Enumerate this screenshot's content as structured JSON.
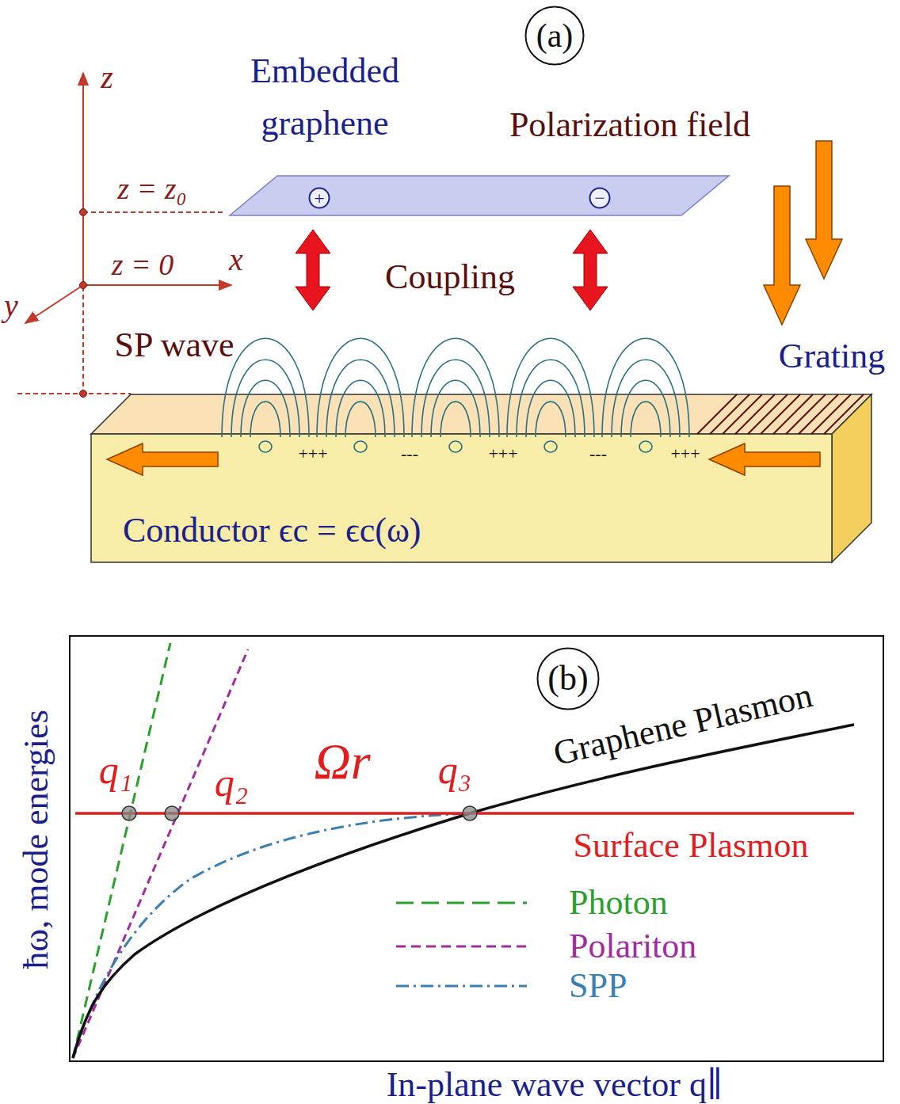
{
  "diagram": {
    "nodes": [
      {
        "text": [
          "(a)"
        ]
      },
      {
        "text": [
          "Embedded graphene"
        ]
      },
      {
        "text": [
          "+"
        ],
        "in": 1
      },
      {
        "text": [
          "−"
        ],
        "in": 1
      },
      {
        "text": [
          "Conductor ϵc = ϵc(ω)"
        ]
      },
      {
        "text": [
          "(b)"
        ]
      }
    ],
    "edges": [
      {
        "from": 2,
        "to": 3,
        "arrow": "to"
      },
      {
        "from": 3,
        "to": 2,
        "arrow": "to"
      }
    ],
    "labels": [
      "z",
      "z = z₀",
      "x",
      "z = 0",
      "y",
      "Polarization field",
      "Coupling",
      "SP wave",
      "Grating",
      "+++",
      "---",
      "+++",
      "---",
      "+++",
      "ħω, mode energies",
      "q₁",
      "q₂",
      "Ωr",
      "q₃",
      "Graphene Plasmon",
      "Surface Plasmon",
      "In-plane wave vector q∥"
    ],
    "legend": [
      {
        "text": "Photon"
      },
      {
        "text": "Polariton"
      },
      {
        "text": "SPP"
      }
    ]
  }
}
